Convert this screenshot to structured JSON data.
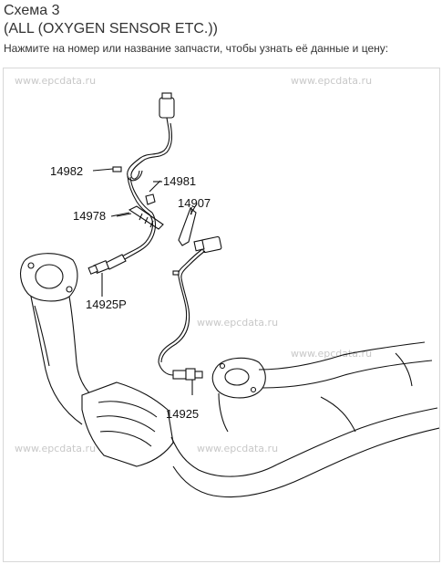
{
  "header": {
    "title": "Схема 3",
    "subtitle": "(ALL (OXYGEN SENSOR ETC.))",
    "hint": "Нажмите на номер или название запчасти, чтобы узнать её данные и цену:"
  },
  "watermark": "www.epcdata.ru",
  "parts": [
    {
      "number": "14982"
    },
    {
      "number": "14981"
    },
    {
      "number": "14907"
    },
    {
      "number": "14978"
    },
    {
      "number": "14925P"
    },
    {
      "number": "14925"
    }
  ]
}
